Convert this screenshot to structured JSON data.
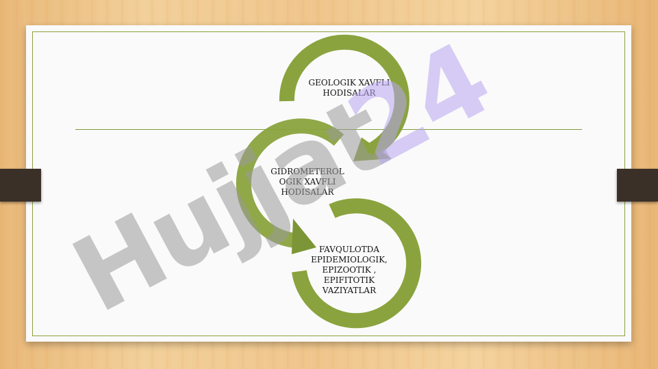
{
  "diagram": {
    "items": [
      {
        "label": "GEOLOGIK XAVFLI HODISALAR"
      },
      {
        "label": "GIDROMETEROL OGIK XAVFLI HODISALAR"
      },
      {
        "label": "FAVQULOTDA EPIDEMIOLOGIK, EPIZOOTIK , EPIFITOTIK VAZIYATLAR"
      }
    ],
    "ring_color": "#8aa33e"
  },
  "watermark": {
    "text": "Hujjat24"
  },
  "colors": {
    "frame": "#8aa03c",
    "background": "#fafafa",
    "clip": "#3b3028"
  }
}
